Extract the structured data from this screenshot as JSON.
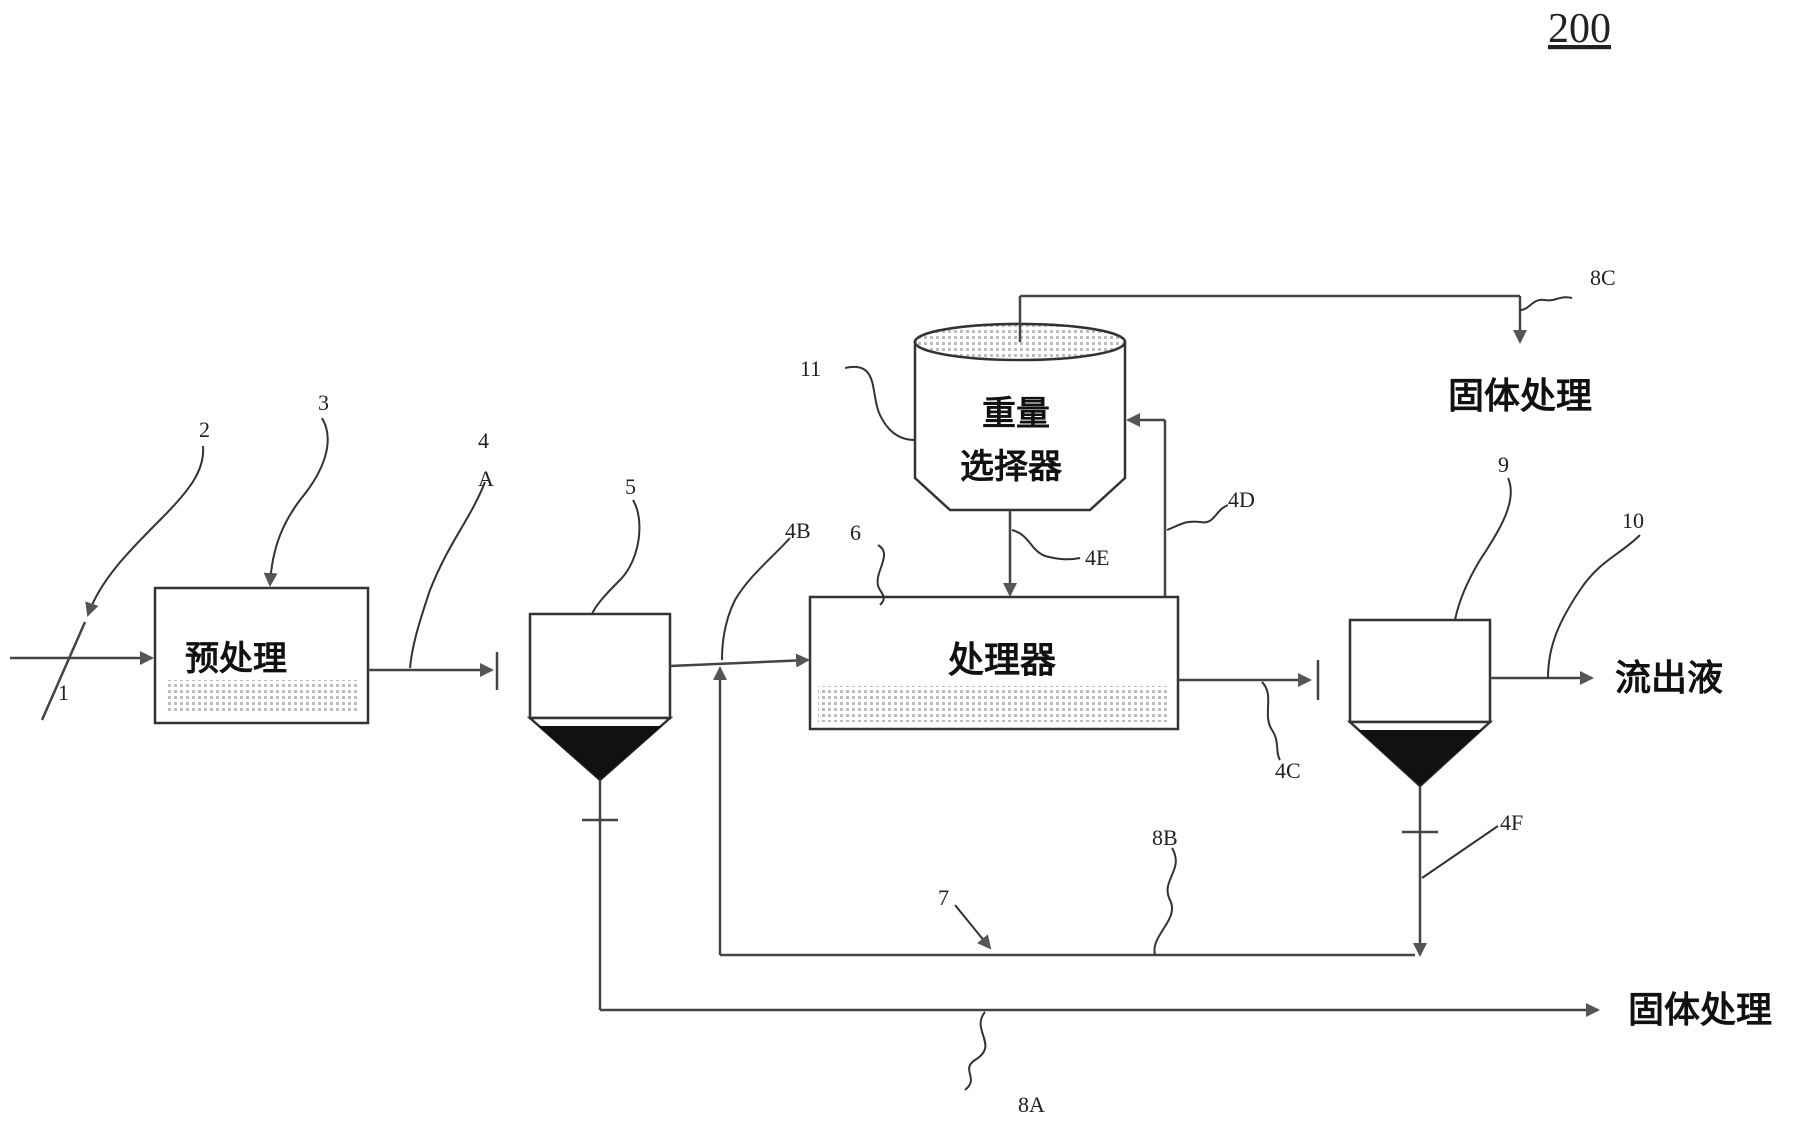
{
  "figure_number": "200",
  "refs": {
    "r1": "1",
    "r2": "2",
    "r3": "3",
    "r4": "4",
    "r4a": "A",
    "r5": "5",
    "r6": "6",
    "r7": "7",
    "r9": "9",
    "r10": "10",
    "r11": "11",
    "r4b": "4B",
    "r4c": "4C",
    "r4d": "4D",
    "r4e": "4E",
    "r4f": "4F",
    "r8a": "8A",
    "r8b": "8B",
    "r8c": "8C"
  },
  "labels": {
    "pretreatment": "预处理",
    "processor": "处理器",
    "selector_line1": "重量",
    "selector_line2": "选择器",
    "effluent": "流出液",
    "solids_top": "固体处理",
    "solids_bottom": "固体处理"
  }
}
